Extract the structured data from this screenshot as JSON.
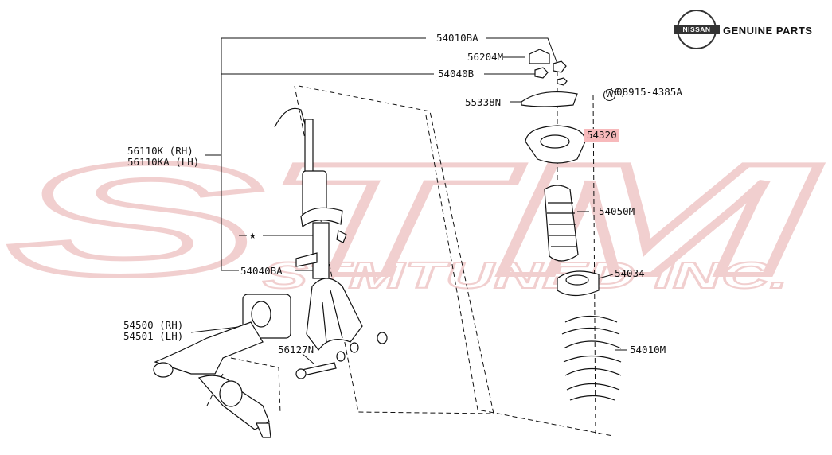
{
  "header": {
    "brand_logo_text": "NISSAN",
    "brand_text": "GENUINE PARTS"
  },
  "watermark": {
    "primary": "STM",
    "secondary": "STMTUNED INC."
  },
  "labels": {
    "p54010BA": "54010BA",
    "p56204M": "56204M",
    "p54040B": "54040B",
    "p08915": "08915-4385A",
    "p08915_sym": "W",
    "p08915_qty": "(6)",
    "p55338N": "55338N",
    "p54320": "54320",
    "p56110K": "56110K (RH)",
    "p56110KA": "56110KA (LH)",
    "star": "★",
    "p54050M": "54050M",
    "p54040BA": "54040BA",
    "p54034": "54034",
    "p54500": "54500 (RH)",
    "p54501": "54501 (LH)",
    "p56127N": "56127N",
    "p54010M": "54010M"
  },
  "colors": {
    "highlight": "#f7b9bb",
    "watermark": "#e6a8a8",
    "line": "#111111"
  }
}
